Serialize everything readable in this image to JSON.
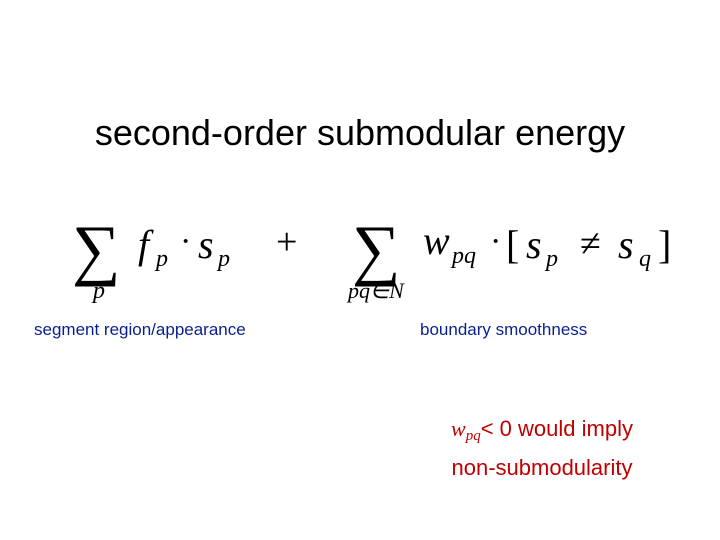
{
  "slide": {
    "title": "second-order submodular energy",
    "formula": {
      "sum_symbol": "∑",
      "term1_f": "f",
      "term1_f_sub": "p",
      "dot": "·",
      "term1_s": "s",
      "term1_s_sub": "p",
      "plus": "+",
      "sum1_index": "p",
      "sum2_index": "pq∈N",
      "term2_w": "w",
      "term2_w_sub": "pq",
      "open_bracket": "[",
      "s_left": "s",
      "s_left_sub": "p",
      "neq": "≠",
      "s_right": "s",
      "s_right_sub": "q",
      "close_bracket": "]"
    },
    "label_left": "segment  region/appearance",
    "label_right": "boundary smoothness",
    "note": {
      "symbol": "w",
      "symbol_sub": "pq",
      "line1_rest": "< 0  would imply",
      "line2": "non-submodularity"
    }
  }
}
